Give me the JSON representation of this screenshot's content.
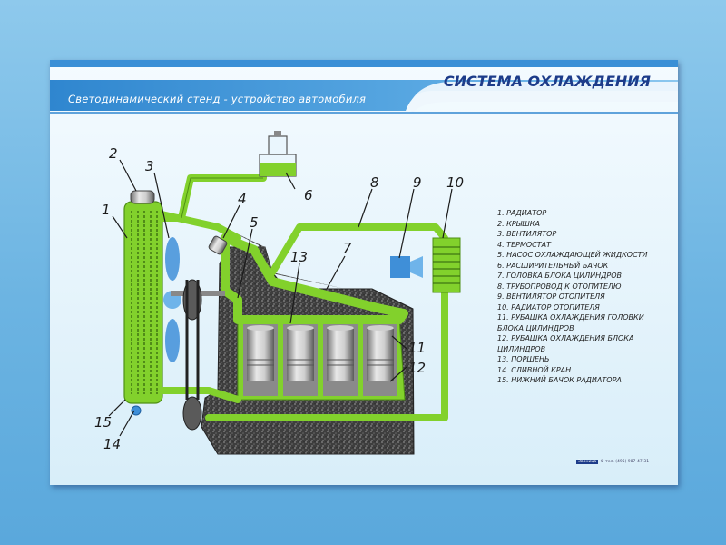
{
  "subtitle": "Светодинамический стенд - устройство автомобиля",
  "title": "СИСТЕМА ОХЛАЖДЕНИЯ",
  "legend": [
    "1. РАДИАТОР",
    "2. КРЫШКА",
    "3. ВЕНТИЛЯТОР",
    "4. ТЕРМОСТАТ",
    "5. НАСОС ОХЛАЖДАЮЩЕЙ ЖИДКОСТИ",
    "6. РАСШИРИТЕЛЬНЫЙ БАЧОК",
    "7. ГОЛОВКА БЛОКА ЦИЛИНДРОВ",
    "8. ТРУБОПРОВОД К ОТОПИТЕЛЮ",
    "9. ВЕНТИЛЯТОР ОТОПИТЕЛЯ",
    "10. РАДИАТОР ОТОПИТЕЛЯ",
    "11. РУБАШКА ОХЛАЖДЕНИЯ ГОЛОВКИ\n      БЛОКА ЦИЛИНДРОВ",
    "12. РУБАШКА ОХЛАЖДЕНИЯ БЛОКА\n      ЦИЛИНДРОВ",
    "13. ПОРШЕНЬ",
    "14. СЛИВНОЙ КРАН",
    "15. НИЖНИЙ БАЧОК РАДИАТОРА"
  ],
  "callouts": [
    "1",
    "2",
    "3",
    "4",
    "5",
    "6",
    "7",
    "8",
    "9",
    "10",
    "11",
    "12",
    "13",
    "14",
    "15"
  ],
  "copyright": {
    "brand": "Зарница",
    "text": "© тел. (495) 987-47-31"
  },
  "colors": {
    "coolant": "#82d12c",
    "block": "#4a4a4a",
    "title": "#1d3c8a",
    "fan": "#3f8fd8"
  }
}
